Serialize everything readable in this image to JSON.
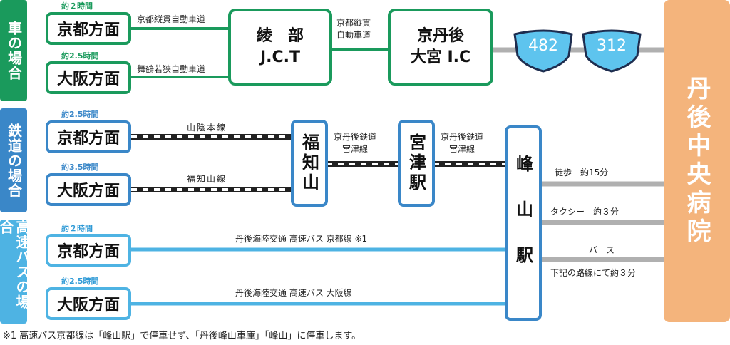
{
  "sections": {
    "car": {
      "label": "車の場合",
      "color": "#1a9a5c"
    },
    "rail": {
      "label": "鉄道の場合",
      "color": "#3a87c8"
    },
    "bus": {
      "label": "高速バスの場合",
      "color": "#4eb3e3"
    }
  },
  "car": {
    "kyoto": {
      "time": "約２時間",
      "label": "京都方面",
      "road": "京都縦貫自動車道"
    },
    "osaka": {
      "time": "約2.5時間",
      "label": "大阪方面",
      "road": "舞鶴若狭自動車道"
    },
    "ayabe": {
      "line1": "綾　部",
      "line2": "J.C.T"
    },
    "mid_road": {
      "line1": "京都縦貫",
      "line2": "自動車道"
    },
    "omiya": {
      "line1": "京丹後",
      "line2": "大宮 I.C"
    },
    "route1": "482",
    "route2": "312"
  },
  "rail": {
    "kyoto": {
      "time": "約2.5時間",
      "label": "京都方面",
      "line": "山陰本線"
    },
    "osaka": {
      "time": "約3.5時間",
      "label": "大阪方面",
      "line": "福知山線"
    },
    "fukuchiyama": "福知山",
    "seg1": {
      "line1": "京丹後鉄道",
      "line2": "宮津線"
    },
    "miyazu": "宮津駅",
    "seg2": {
      "line1": "京丹後鉄道",
      "line2": "宮津線"
    },
    "mineyama": "峰山駅"
  },
  "bus": {
    "kyoto": {
      "time": "約２時間",
      "label": "京都方面",
      "route": "丹後海陸交通 高速バス 京都線 ※1"
    },
    "osaka": {
      "time": "約2.5時間",
      "label": "大阪方面",
      "route": "丹後海陸交通 高速バス 大阪線"
    }
  },
  "access": {
    "walk": "徒歩　約15分",
    "taxi": "タクシー　約３分",
    "bus_title": "バ　ス",
    "bus_note": "下記の路線にて約３分"
  },
  "hospital": "丹後中央病院",
  "footnote": "※1  高速バス京都線は「峰山駅」で停車せず、「丹後峰山車庫」「峰山」に停車します。"
}
